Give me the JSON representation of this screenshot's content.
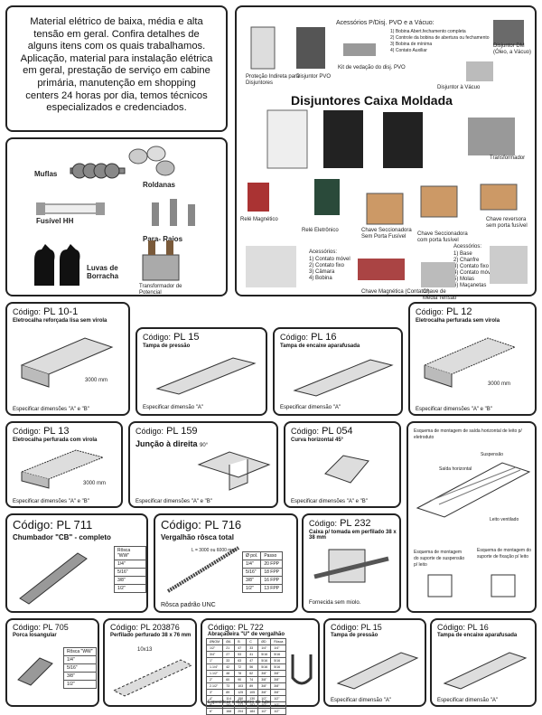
{
  "intro": {
    "text": "Material elétrico de baixa, média e alta tensão em geral. Confira detalhes de alguns itens com os quais trabalhamos. Aplicação, material para instalação elétrica em geral, prestação de serviço em cabine primária, manutenção em shopping centers 24 horas por dia, temos técnicos especializados e credenciados."
  },
  "catalog_left": {
    "mufias": "Muflas",
    "roldanas": "Roldanas",
    "fusivel": "Fusível HH",
    "para_raios": "Para- Raios",
    "luvas": "Luvas de Borracha",
    "transformador": "Transformador de Potencial"
  },
  "catalog_right": {
    "protecao": "Proteção Indireta para Disjuntores",
    "disjuntor_pvo": "Disjuntor PVO",
    "acessorios_title": "Acessórios P/Disj. PVO e a Vácuo:",
    "acessorios_items": [
      "1) Bobina Abert.fechamento completa",
      "2) Controle da bobina de abertura ou fechamento",
      "3) Bobina de mínima",
      "4) Contato Auxiliar"
    ],
    "kit_vedacao": "Kit de vedação do disj. PVO",
    "disjuntor_dm": "Disjuntor DM (Óleo, a Vácuo)",
    "disjuntor_vacuo": "Disjuntor à Vácuo",
    "caixa_moldada": "Disjuntores Caixa Moldada",
    "transformador": "Transformador",
    "rele_magnetico": "Relé Magnético",
    "rele_eletronico": "Relé Eletrônico",
    "chave_sem_fusivel": "Chave Seccionadora Sem Porta Fusível",
    "chave_com_fusivel": "Chave Seccionadora com porta fusível",
    "chave_reversora": "Chave reversora sem porta fusível",
    "acessorios2_title": "Acessórios:",
    "acessorios2_items": [
      "1) Contato móvel",
      "2) Contato fixo",
      "3) Câmara",
      "4) Bobina"
    ],
    "acessorios3_title": "Acessórios:",
    "acessorios3_items": [
      "1) Base",
      "2) Chanfre",
      "3) Contato fixo",
      "4) Contato móvel",
      "5) Molas",
      "6) Maçanetas"
    ],
    "chave_magnetica": "Chave Magnética (Contator)",
    "chave_media": "Chave de Média Tensão"
  },
  "products": {
    "pl10": {
      "code_prefix": "Código:",
      "code": "PL 10-1",
      "name": "Eletrocalha reforçada lisa sem virola",
      "spec": "Especificar dimensões \"A\" e \"B\"",
      "dim": "3000 mm"
    },
    "pl15a": {
      "code_prefix": "Código:",
      "code": "PL 15",
      "name": "Tampa de pressão",
      "spec": "Especificar dimensão \"A\""
    },
    "pl16a": {
      "code_prefix": "Código:",
      "code": "PL 16",
      "name": "Tampa de encaixe aparafusada",
      "spec": "Especificar dimensão \"A\""
    },
    "pl12": {
      "code_prefix": "Código:",
      "code": "PL 12",
      "name": "Eletrocalha perfurada sem virola",
      "spec": "Especificar dimensões \"A\" e \"B\"",
      "dim": "3000 mm"
    },
    "pl13": {
      "code_prefix": "Código:",
      "code": "PL 13",
      "name": "Eletrocalha perfurada com virola",
      "spec": "Especificar dimensões \"A\" e \"B\"",
      "dim": "3000 mm"
    },
    "pl159": {
      "code_prefix": "Código:",
      "code": "PL 159",
      "name": "Junção à direita",
      "name_suffix": "90°",
      "spec": "Especificar dimensões \"A\" e \"B\""
    },
    "pl054": {
      "code_prefix": "Código:",
      "code": "PL 054",
      "name": "Curva horizontal 45°",
      "spec": "Especificar dimensões \"A\" e \"B\""
    },
    "montagem": {
      "t1": "Esquema de montagem de saída horizontal de leito p/ eletroduto",
      "t2": "Esquema de montagem do suporte de suspensão p/ leito",
      "t3": "Esquema de montagem do suporte de fixação p/ leito",
      "l1": "Suspensão",
      "l2": "Saída horizontal",
      "l3": "Leito ventilado"
    },
    "pl711": {
      "code_prefix": "Código:",
      "code": "PL 711",
      "name": "Chumbador \"CB\" - completo",
      "table_header": "Rôsca \"WW\"",
      "table_rows": [
        "1/4\"",
        "5/16\"",
        "3/8\"",
        "1/2\""
      ]
    },
    "pl716": {
      "code_prefix": "Código:",
      "code": "PL 716",
      "name": "Vergalhão rôsca total",
      "footer": "Rôsca padrão UNC",
      "dim": "L = 3000 ou 6000 mm",
      "table_header": [
        "Ø pol.",
        "Passo"
      ],
      "table_rows": [
        [
          "1/4\"",
          "20 FPP"
        ],
        [
          "5/16\"",
          "18 FPP"
        ],
        [
          "3/8\"",
          "16 FPP"
        ],
        [
          "1/2\"",
          "13 FPP"
        ]
      ]
    },
    "pl232": {
      "code_prefix": "Código:",
      "code": "PL 232",
      "name": "Caixa p/ tomada em perfilado 38 x 38 mm",
      "footer": "Fornecida sem miolo."
    },
    "pl705": {
      "code_prefix": "Código:",
      "code": "PL 705",
      "name": "Porca losangular",
      "table_header": "Rôsca \"WW\"",
      "table_rows": [
        "1/4\"",
        "5/16\"",
        "3/8\"",
        "1/2\""
      ]
    },
    "pl203876": {
      "code_prefix": "Código:",
      "code": "PL 203876",
      "name": "Perfilado perfurado 38 x 76 mm",
      "dim": "10x13"
    },
    "pl722": {
      "code_prefix": "Código:",
      "code": "PL 722",
      "name": "Abraçadeira \"U\" de vergalhão",
      "footer": "Especificar o diâmetro do tubo",
      "table_header": [
        "ØNOM",
        "ØA",
        "B",
        "C",
        "ØD",
        "Rôsca"
      ],
      "table_rows": [
        [
          "1/2\"",
          "21",
          "47",
          "33",
          "1/4\"",
          "1/4\""
        ],
        [
          "3/4\"",
          "27",
          "53",
          "41",
          "5/16",
          "5/16"
        ],
        [
          "1\"",
          "33",
          "63",
          "47",
          "5/16",
          "5/16"
        ],
        [
          "1.1/4\"",
          "42",
          "72",
          "56",
          "5/16",
          "5/16"
        ],
        [
          "1.1/2\"",
          "48",
          "78",
          "62",
          "3/8\"",
          "3/8\""
        ],
        [
          "2\"",
          "60",
          "90",
          "74",
          "3/8\"",
          "3/8\""
        ],
        [
          "2.1/2\"",
          "73",
          "103",
          "89",
          "3/8\"",
          "3/8\""
        ],
        [
          "3\"",
          "89",
          "125",
          "105",
          "3/8\"",
          "3/8\""
        ],
        [
          "4\"",
          "114",
          "150",
          "130",
          "1/2\"",
          "1/2\""
        ],
        [
          "5\"",
          "141",
          "177",
          "157",
          "1/2\"",
          "1/2\""
        ],
        [
          "6\"",
          "168",
          "204",
          "184",
          "1/2\"",
          "1/2\""
        ]
      ]
    },
    "pl15b": {
      "code_prefix": "Código:",
      "code": "PL 15",
      "name": "Tampa de pressão",
      "spec": "Especificar dimensão \"A\""
    },
    "pl16b": {
      "code_prefix": "Código:",
      "code": "PL 16",
      "name": "Tampa de encaixe aparafusada",
      "spec": "Especificar dimensão \"A\""
    }
  }
}
